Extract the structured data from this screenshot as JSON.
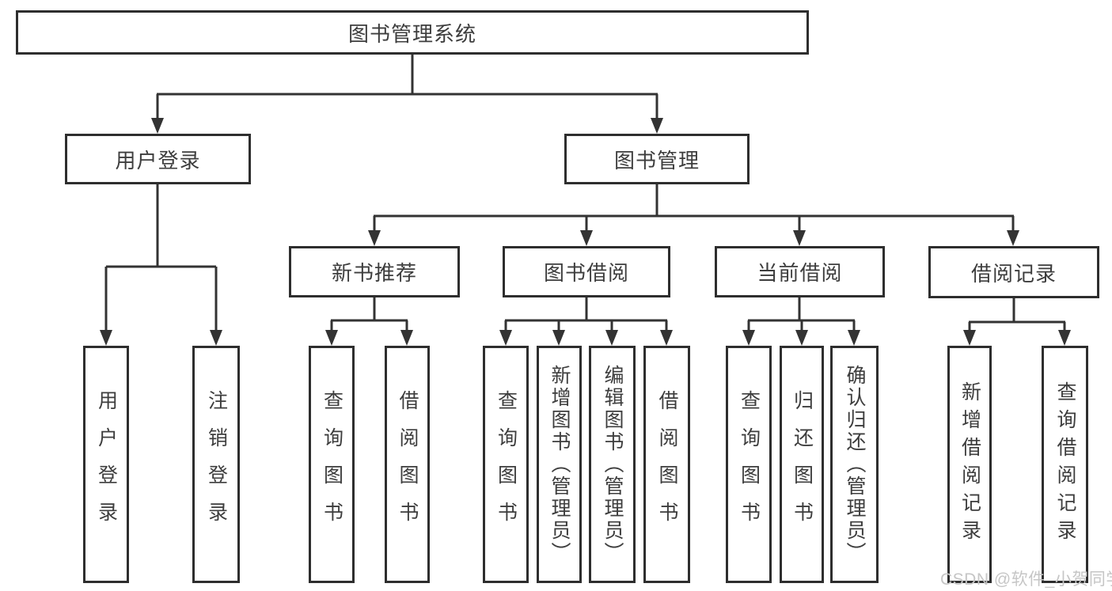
{
  "diagram_title": "图书管理系统",
  "tree": {
    "root": {
      "label": "图书管理系统"
    },
    "branches": [
      {
        "label": "用户登录",
        "children": [
          {
            "label": "用户登录"
          },
          {
            "label": "注销登录"
          }
        ]
      },
      {
        "label": "图书管理",
        "children": [
          {
            "label": "新书推荐",
            "children": [
              {
                "label": "查询图书"
              },
              {
                "label": "借阅图书"
              }
            ]
          },
          {
            "label": "图书借阅",
            "children": [
              {
                "label": "查询图书"
              },
              {
                "label": "新增图书（管理员）"
              },
              {
                "label": "编辑图书（管理员）"
              },
              {
                "label": "借阅图书"
              }
            ]
          },
          {
            "label": "当前借阅",
            "children": [
              {
                "label": "查询图书"
              },
              {
                "label": "归还图书"
              },
              {
                "label": "确认归还（管理员）"
              }
            ]
          },
          {
            "label": "借阅记录",
            "children": [
              {
                "label": "新增借阅记录"
              },
              {
                "label": "查询借阅记录"
              }
            ]
          }
        ]
      }
    ]
  },
  "watermark": "CSDN @软件_小贺同学",
  "colors": {
    "line": "#333333",
    "box_border": "#2e2e2e",
    "text": "#3d3d3d",
    "watermark": "#c6c6c6",
    "background": "#ffffff"
  }
}
